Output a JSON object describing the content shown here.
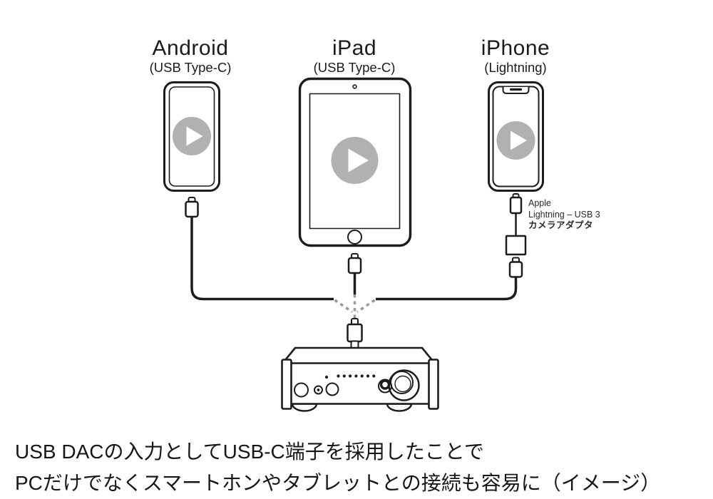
{
  "diagram": {
    "devices": [
      {
        "name": "Android",
        "port": "(USB Type-C)"
      },
      {
        "name": "iPad",
        "port": "(USB Type-C)"
      },
      {
        "name": "iPhone",
        "port": "(Lightning)"
      }
    ],
    "adapter_label": {
      "line1": "Apple",
      "line2": "Lightning – USB 3",
      "line3": "カメラアダプタ"
    }
  },
  "caption": {
    "line1": "USB DACの入力としてUSB-C端子を採用したことで",
    "line2": "PCだけでなくスマートホンやタブレットとの接続も容易に（イメージ）"
  },
  "colors": {
    "line": "#1c1c1c",
    "play_button": "#b1b1b1",
    "dashed_cable": "#9a9a9a",
    "background": "#ffffff"
  }
}
